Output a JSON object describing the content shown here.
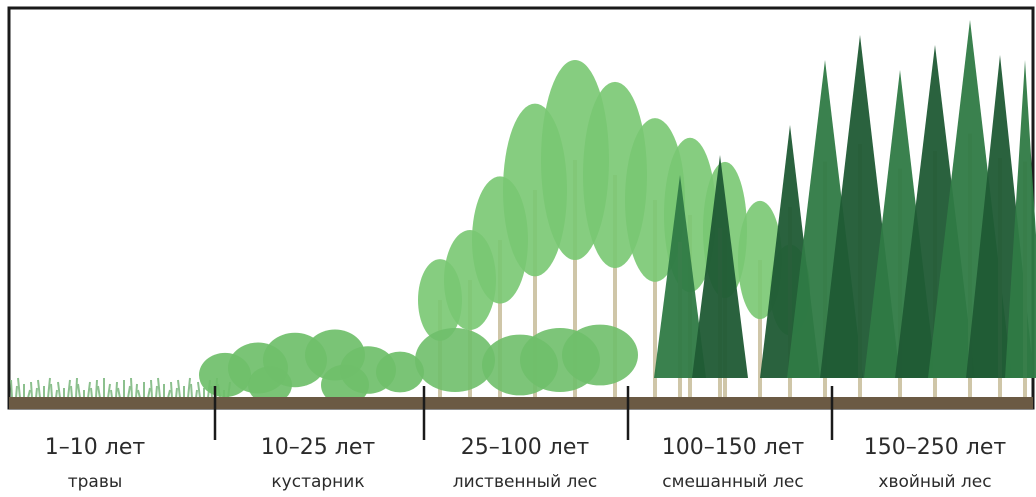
{
  "stages": [
    {
      "years": "1–10 лет",
      "name": "травы"
    },
    {
      "years": "10–25 лет",
      "name": "кустарник"
    },
    {
      "years": "25–100 лет",
      "name": "лиственный лес"
    },
    {
      "years": "100–150 лет",
      "name": "смешанный лес"
    },
    {
      "years": "150–250 лет",
      "name": "хвойный лес"
    }
  ],
  "colors": {
    "frame": "#1a1a1a",
    "ground": "#6b5a44",
    "grass": "#8cc08e",
    "shrub": "#6fbf6a",
    "birch": "#79c872",
    "spruce_dark": "#1f5a34",
    "spruce_mid": "#2f7a45",
    "trunk": "#cfc6a8"
  }
}
